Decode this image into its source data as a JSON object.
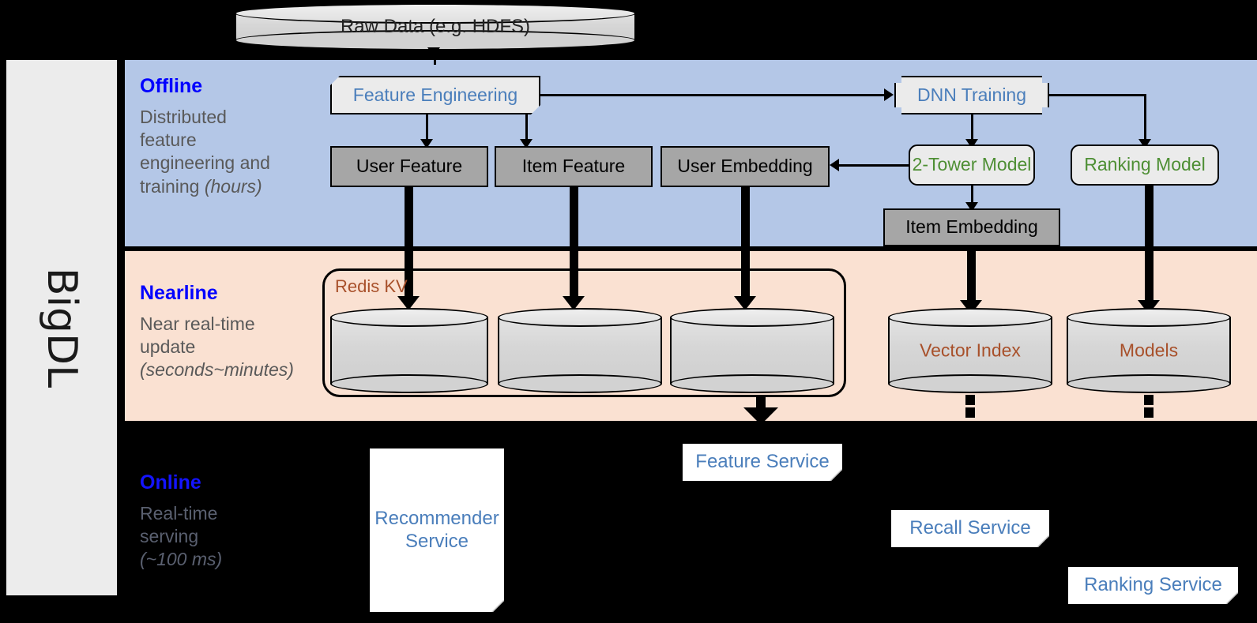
{
  "diagram": {
    "framework_label": "BigDL",
    "source": {
      "label": "Raw Data (e.g. HDFS)"
    },
    "bands": [
      {
        "id": "offline",
        "title": "Offline",
        "subtitle_line1": "Distributed",
        "subtitle_line2": "feature",
        "subtitle_line3": "engineering and",
        "subtitle_line4": "training ",
        "subtitle_italic": "(hours)",
        "background": "#b4c7e7"
      },
      {
        "id": "nearline",
        "title": "Nearline",
        "subtitle_line1": "Near real-time",
        "subtitle_line2": "update",
        "subtitle_italic": "(seconds~minutes)",
        "background": "#fae1d2"
      },
      {
        "id": "online",
        "title": "Online",
        "subtitle_line1": "Real-time",
        "subtitle_line2": "serving",
        "subtitle_italic": "(~100 ms)",
        "background": "#000000"
      }
    ],
    "offline_nodes": {
      "feature_engineering": "Feature Engineering",
      "dnn_training": "DNN Training",
      "user_feature": "User Feature",
      "item_feature": "Item Feature",
      "user_embedding": "User Embedding",
      "two_tower_model": "2-Tower Model",
      "ranking_model": "Ranking Model",
      "item_embedding": "Item Embedding"
    },
    "nearline_nodes": {
      "redis_kv": "Redis KV",
      "store_1": "",
      "store_2": "",
      "store_3": "",
      "vector_index": "Vector Index",
      "models": "Models"
    },
    "online_nodes": {
      "recommender_service": "Recommender\nService",
      "recommender_service_l1": "Recommender",
      "recommender_service_l2": "Service",
      "feature_service": "Feature Service",
      "recall_service": "Recall Service",
      "ranking_service": "Ranking Service"
    },
    "colors": {
      "offline_band": "#b4c7e7",
      "nearline_band": "#fae1d2",
      "online_band": "#000000",
      "sidebar": "#ececec",
      "band_title": "#0000ff",
      "band_subtitle": "#595959",
      "process_text_blue": "#4a7ebb",
      "process_text_green": "#4e8f34",
      "storage_text": "#a8502a",
      "data_box_fill": "#a6a6a6",
      "process_box_fill": "#ebebeb",
      "service_card_fill": "#ffffff"
    }
  }
}
